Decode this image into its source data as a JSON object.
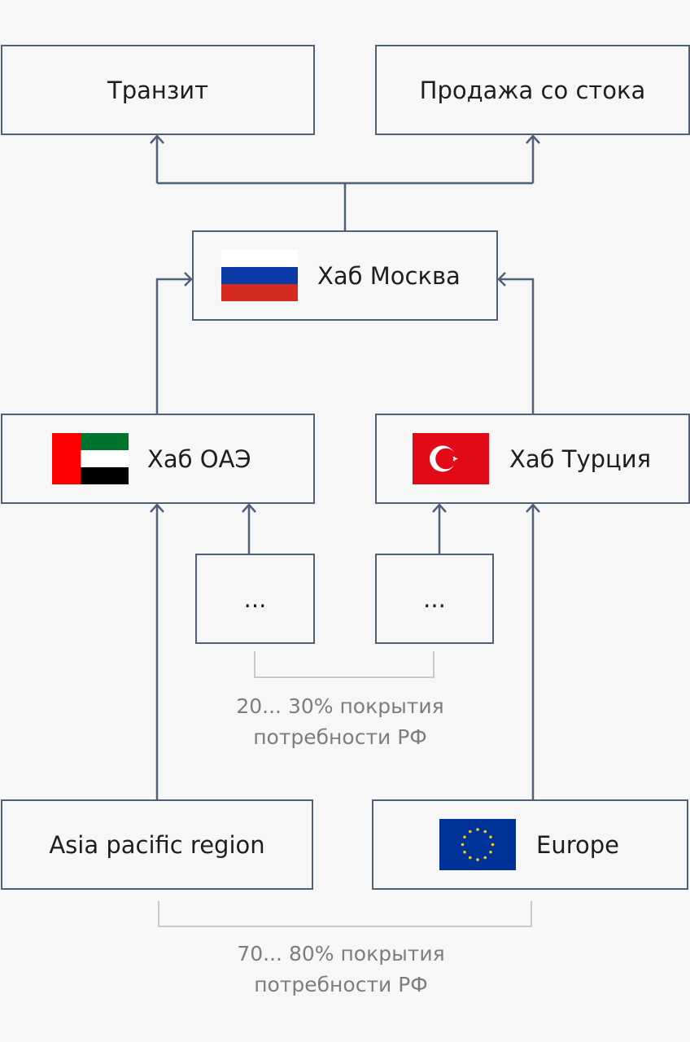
{
  "colors": {
    "line": "#4f6077",
    "bracket": "#c9c9c9",
    "background": "#f7f7f8"
  },
  "boxes": {
    "transit": "Транзит",
    "stock_sale": "Продажа со стока",
    "hub_moscow": "Хаб Москва",
    "hub_uae": "Хаб ОАЭ",
    "hub_turkey": "Хаб Турция",
    "other1": "...",
    "other2": "...",
    "asia": "Asia pacific region",
    "europe": "Europe"
  },
  "notes": {
    "hubs_line1": "20... 30% покрытия",
    "hubs_line2": "потребности РФ",
    "direct_line1": "70... 80% покрытия",
    "direct_line2": "потребности РФ"
  }
}
